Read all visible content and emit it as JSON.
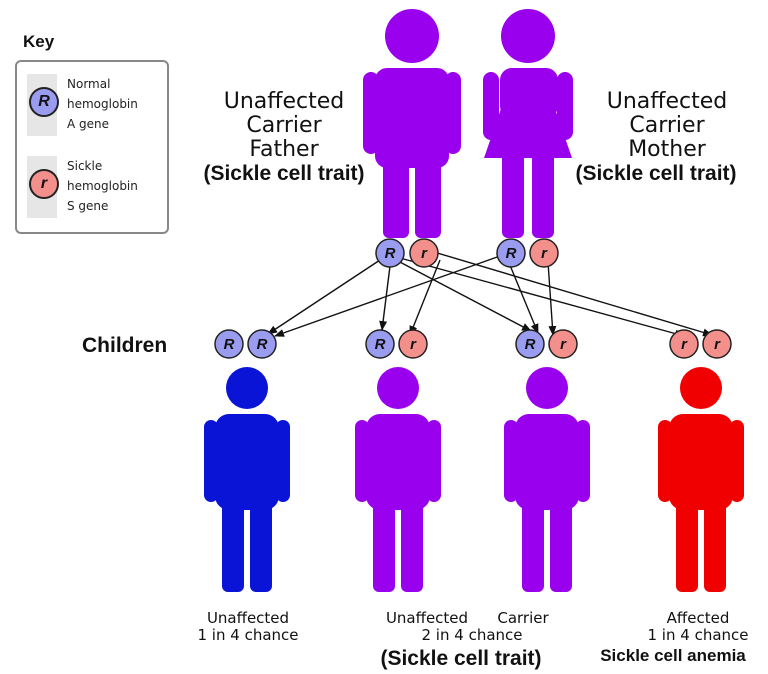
{
  "key": {
    "title": "Key",
    "items": [
      {
        "allele": "R",
        "line1": "Normal",
        "line2": "hemoglobin",
        "line3": "A gene",
        "color": "#9a9cf0"
      },
      {
        "allele": "r",
        "line1": "Sickle",
        "line2": "hemoglobin",
        "line3": "S gene",
        "color": "#f3908c"
      }
    ]
  },
  "father": {
    "line1": "Unaffected",
    "line2": "Carrier",
    "line3": "Father",
    "trait": "(Sickle cell trait)",
    "color": "#9900ee",
    "alleles": [
      "R",
      "r"
    ]
  },
  "mother": {
    "line1": "Unaffected",
    "line2": "Carrier",
    "line3": "Mother",
    "trait": "(Sickle cell trait)",
    "color": "#9900ee",
    "alleles": [
      "R",
      "r"
    ]
  },
  "children_label": "Children",
  "children": [
    {
      "alleles": [
        "R",
        "R"
      ],
      "color": "#0a14d6",
      "line1": "Unaffected",
      "line2": "1 in 4 chance",
      "trait": ""
    },
    {
      "alleles": [
        "R",
        "r"
      ],
      "color": "#9900ee",
      "line1": "Unaffected",
      "line2": "2 in 4 chance",
      "trait": "(Sickle cell trait)"
    },
    {
      "alleles": [
        "R",
        "r"
      ],
      "color": "#9900ee",
      "line1": "Carrier",
      "line2": "",
      "trait": ""
    },
    {
      "alleles": [
        "r",
        "r"
      ],
      "color": "#f00000",
      "line1": "Affected",
      "line2": "1 in 4 chance",
      "trait": "Sickle cell anemia"
    }
  ],
  "colors": {
    "normal_allele": "#9a9cf0",
    "sickle_allele": "#f3908c",
    "arrow": "#111111"
  }
}
